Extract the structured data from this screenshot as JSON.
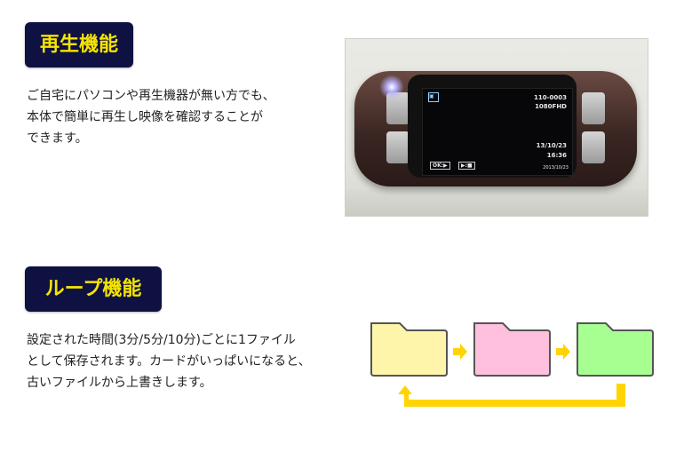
{
  "sections": [
    {
      "title": "再生機能",
      "lines": [
        "ご自宅にパソコンや再生機器が無い方でも、",
        "本体で簡単に再生し映像を確認することが",
        "できます。"
      ]
    },
    {
      "title": "ループ機能",
      "lines": [
        "設定された時間(3分/5分/10分)ごとに1ファイル",
        "として保存されます。カードがいっぱいになると、",
        "古いファイルから上書きします。"
      ]
    }
  ],
  "screen": {
    "file": "110-0003",
    "res": "1080FHD",
    "date": "13/10/23",
    "time": "16:36",
    "ok": "OK:",
    "stamp": "2013/10/23"
  },
  "colors": {
    "badge_bg": "#0e1142",
    "badge_text": "#f5e400",
    "folder_yellow": "#fff5aa",
    "folder_pink": "#ffc0dd",
    "folder_green": "#a6ff90",
    "arrow": "#ffd400"
  }
}
